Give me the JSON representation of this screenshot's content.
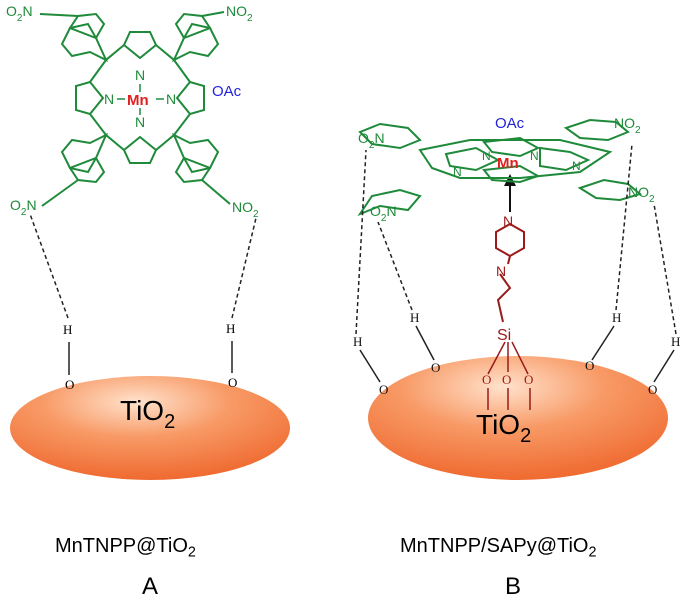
{
  "colors": {
    "porphyrin": "#1e8a3a",
    "metal": "#e02020",
    "acetate": "#2222dd",
    "linker": "#9a1a1a",
    "bond": "#222222",
    "support_fill": "#f2703a",
    "support_light": "#ffe2cc"
  },
  "panel_a": {
    "support_label": "TiO",
    "support_sub": "2",
    "caption": "MnTNPP@TiO",
    "caption_sub": "2",
    "panel_letter": "A",
    "metal": "Mn",
    "axial_ligand": "OAc",
    "nitro": "NO",
    "nitro_left": "O",
    "nitro_sub": "2",
    "pyrrole_n": "N",
    "hydroxyl_h": "H",
    "hydroxyl_o": "O"
  },
  "panel_b": {
    "support_label": "TiO",
    "support_sub": "2",
    "caption": "MnTNPP/SAPy@TiO",
    "caption_sub": "2",
    "panel_letter": "B",
    "metal": "Mn",
    "axial_ligand": "OAc",
    "nitro": "NO",
    "nitro_left": "O",
    "nitro_sub": "2",
    "pyridine_n": "N",
    "imine_n": "N",
    "silicon": "Si",
    "pyrrole_n": "N",
    "hydroxyl_h": "H",
    "hydroxyl_o": "O",
    "siloxane_o": "O"
  }
}
